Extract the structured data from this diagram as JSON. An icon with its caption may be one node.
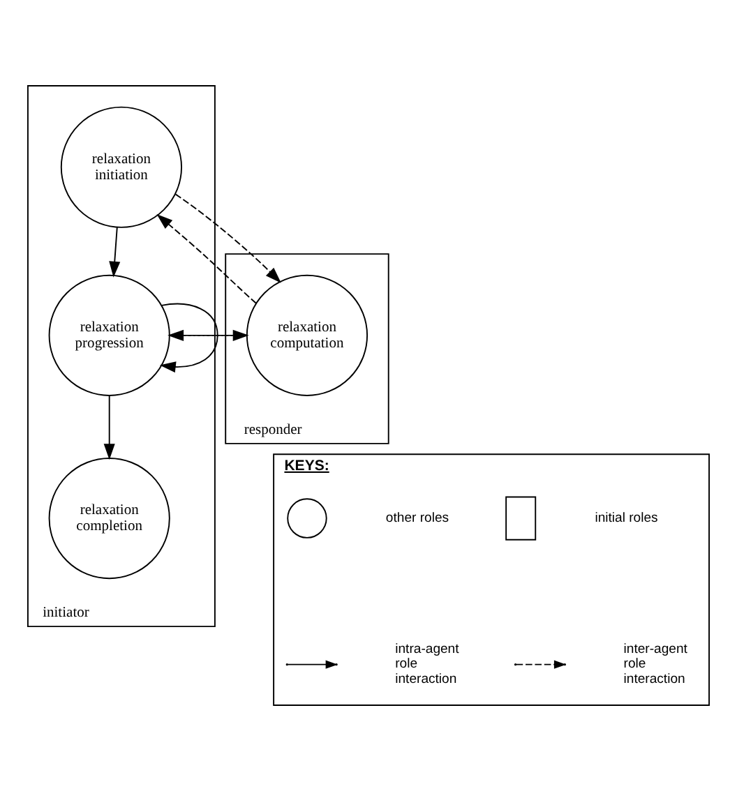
{
  "diagram": {
    "nodes": [
      {
        "text": [
          "initiator"
        ]
      },
      {
        "text": [
          "relaxation initiation"
        ],
        "in": 0
      },
      {
        "text": [
          "relaxation progression"
        ],
        "in": 0
      },
      {
        "text": [
          "relaxation completion"
        ],
        "in": 0
      },
      {
        "text": [
          "responder"
        ]
      },
      {
        "text": [
          "relaxation computation"
        ],
        "in": 4
      },
      {
        "text": [
          "KEYS:"
        ]
      },
      {
        "text": [],
        "shape": "circle",
        "in": 6
      },
      {
        "text": [],
        "shape": "box",
        "in": 6
      }
    ],
    "edges": [
      {
        "from": 1,
        "to": 2,
        "arrow": "to"
      },
      {
        "from": 2,
        "to": 3,
        "arrow": "to"
      },
      {
        "from": 2,
        "to": 2,
        "arrow": "to"
      },
      {
        "from": 1,
        "to": 5,
        "arrow": "to",
        "style": "dashed"
      },
      {
        "from": 5,
        "to": 1,
        "arrow": "to",
        "style": "dashed"
      },
      {
        "from": 2,
        "to": 5,
        "arrow": "to",
        "style": "dashed"
      },
      {
        "from": 5,
        "to": 2,
        "arrow": "to",
        "style": "dashed"
      }
    ],
    "legend": [
      {
        "text": "other roles"
      },
      {
        "text": "initial roles"
      },
      {
        "text": "intra-agent role interaction"
      },
      {
        "text": "inter-agent role interaction"
      }
    ]
  }
}
